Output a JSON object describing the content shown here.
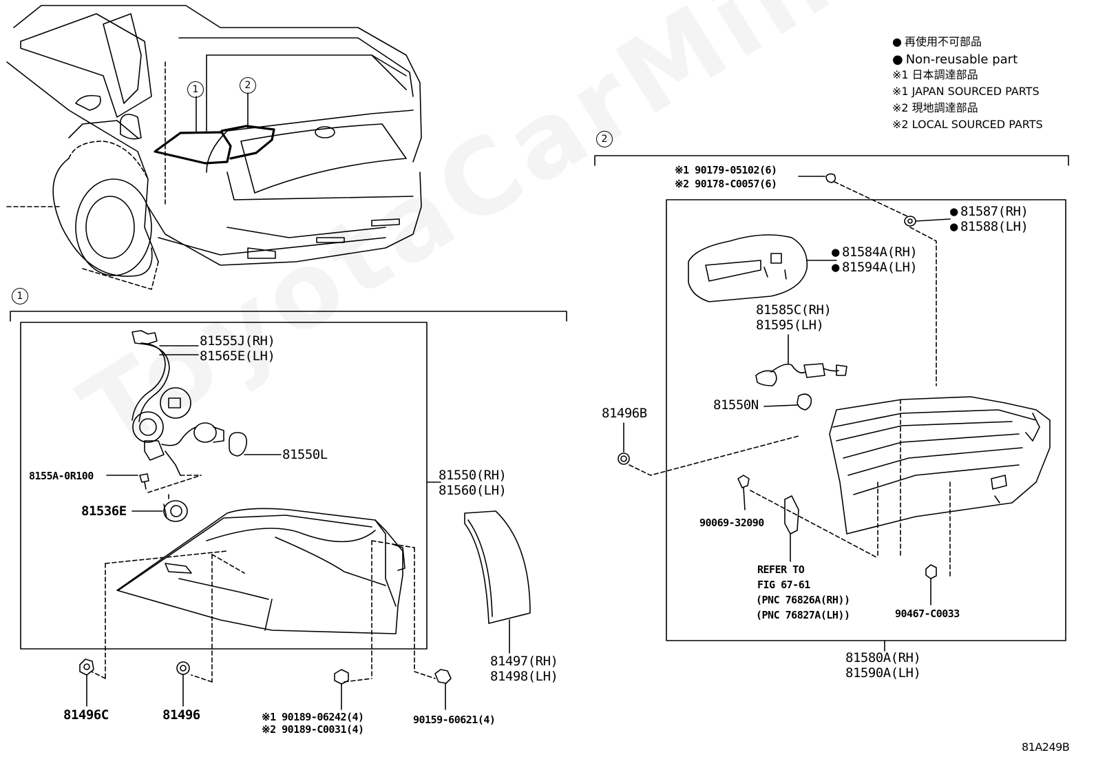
{
  "legend": {
    "line1": "再使用不可部品",
    "line2": "Non-reusable part",
    "line3": "※1 日本調達部品",
    "line4": "※1 JAPAN SOURCED PARTS",
    "line5": "※2 現地調達部品",
    "line6": "※2 LOCAL SOURCED PARTS"
  },
  "section_markers": {
    "one": "1",
    "two": "2"
  },
  "watermark": "ToyotaCarMine.ru",
  "figure_code": "81A249B",
  "labels_left": {
    "p81555j": "81555J(RH)",
    "p81565e": "81565E(LH)",
    "p81550l": "81550L",
    "p8155a": "8155A-0R100",
    "p81536e": "81536E",
    "p81550rh": "81550(RH)",
    "p81560lh": "81560(LH)",
    "p81497": "81497(RH)",
    "p81498": "81498(LH)",
    "p81496c": "81496C",
    "p81496": "81496",
    "p90189a": "※1 90189-06242(4)",
    "p90189b": "※2 90189-C0031(4)",
    "p90159": "90159-60621(4)"
  },
  "labels_right": {
    "p90179": "※1 90179-05102(6)",
    "p90178": "※2 90178-C0057(6)",
    "p81587": "81587(RH)",
    "p81588": "81588(LH)",
    "p81584a": "81584A(RH)",
    "p81594a": "81594A(LH)",
    "p81585c": "81585C(RH)",
    "p81595": "81595(LH)",
    "p81550n": "81550N",
    "p81496b": "81496B",
    "p90069": "90069-32090",
    "refer1": "REFER TO",
    "refer2": "FIG 67-61",
    "refer3": "(PNC 76826A(RH))",
    "refer4": "(PNC 76827A(LH))",
    "p90467": "90467-C0033",
    "p81580a": "81580A(RH)",
    "p81590a": "81590A(LH)"
  }
}
